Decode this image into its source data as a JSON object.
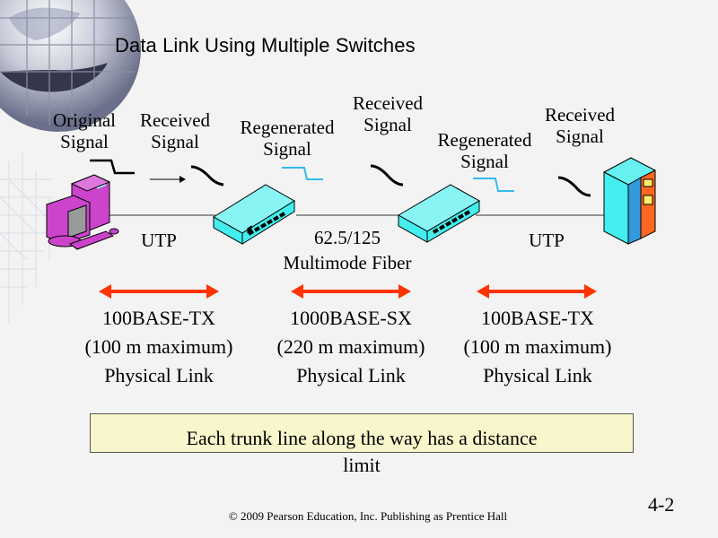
{
  "slide": {
    "title": "Data Link Using Multiple Switches",
    "page_number": "4-2",
    "footer": "© 2009 Pearson Education, Inc.  Publishing as Prentice Hall"
  },
  "signals": [
    {
      "line1": "Original",
      "line2": "Signal",
      "kind": "original",
      "color": "#000000"
    },
    {
      "line1": "Received",
      "line2": "Signal",
      "kind": "received",
      "color": "#000000"
    },
    {
      "line1": "Regenerated",
      "line2": "Signal",
      "kind": "regenerated",
      "color": "#33bbee"
    },
    {
      "line1": "Received",
      "line2": "Signal",
      "kind": "received",
      "color": "#000000"
    },
    {
      "line1": "Regenerated",
      "line2": "Signal",
      "kind": "regenerated",
      "color": "#33bbee"
    },
    {
      "line1": "Received",
      "line2": "Signal",
      "kind": "received",
      "color": "#000000"
    }
  ],
  "devices": {
    "client": {
      "icon": "desktop-computer-icon",
      "color": "#cc44cc"
    },
    "switch1": {
      "icon": "switch-icon",
      "color": "#44eeee"
    },
    "switch2": {
      "icon": "switch-icon",
      "color": "#44eeee"
    },
    "server": {
      "icon": "server-icon",
      "color": "#44eeee",
      "accent": "#ff6622"
    }
  },
  "media": {
    "link1": "UTP",
    "link2_line1": "62.5/125",
    "link2_line2": "Multimode Fiber",
    "link3": "UTP"
  },
  "links": [
    {
      "standard": "100BASE-TX",
      "max": "(100 m maximum)",
      "label": "Physical Link"
    },
    {
      "standard": "1000BASE-SX",
      "max": "(220 m maximum)",
      "label": "Physical Link"
    },
    {
      "standard": "100BASE-TX",
      "max": "(100 m maximum)",
      "label": "Physical Link"
    }
  ],
  "colors": {
    "arrow": "#ff3300",
    "note_bg": "#f8f6cb",
    "regen_signal": "#33bbee"
  },
  "note": {
    "text_line1": "Each trunk line along the way has a distance",
    "text_line2": "limit"
  }
}
